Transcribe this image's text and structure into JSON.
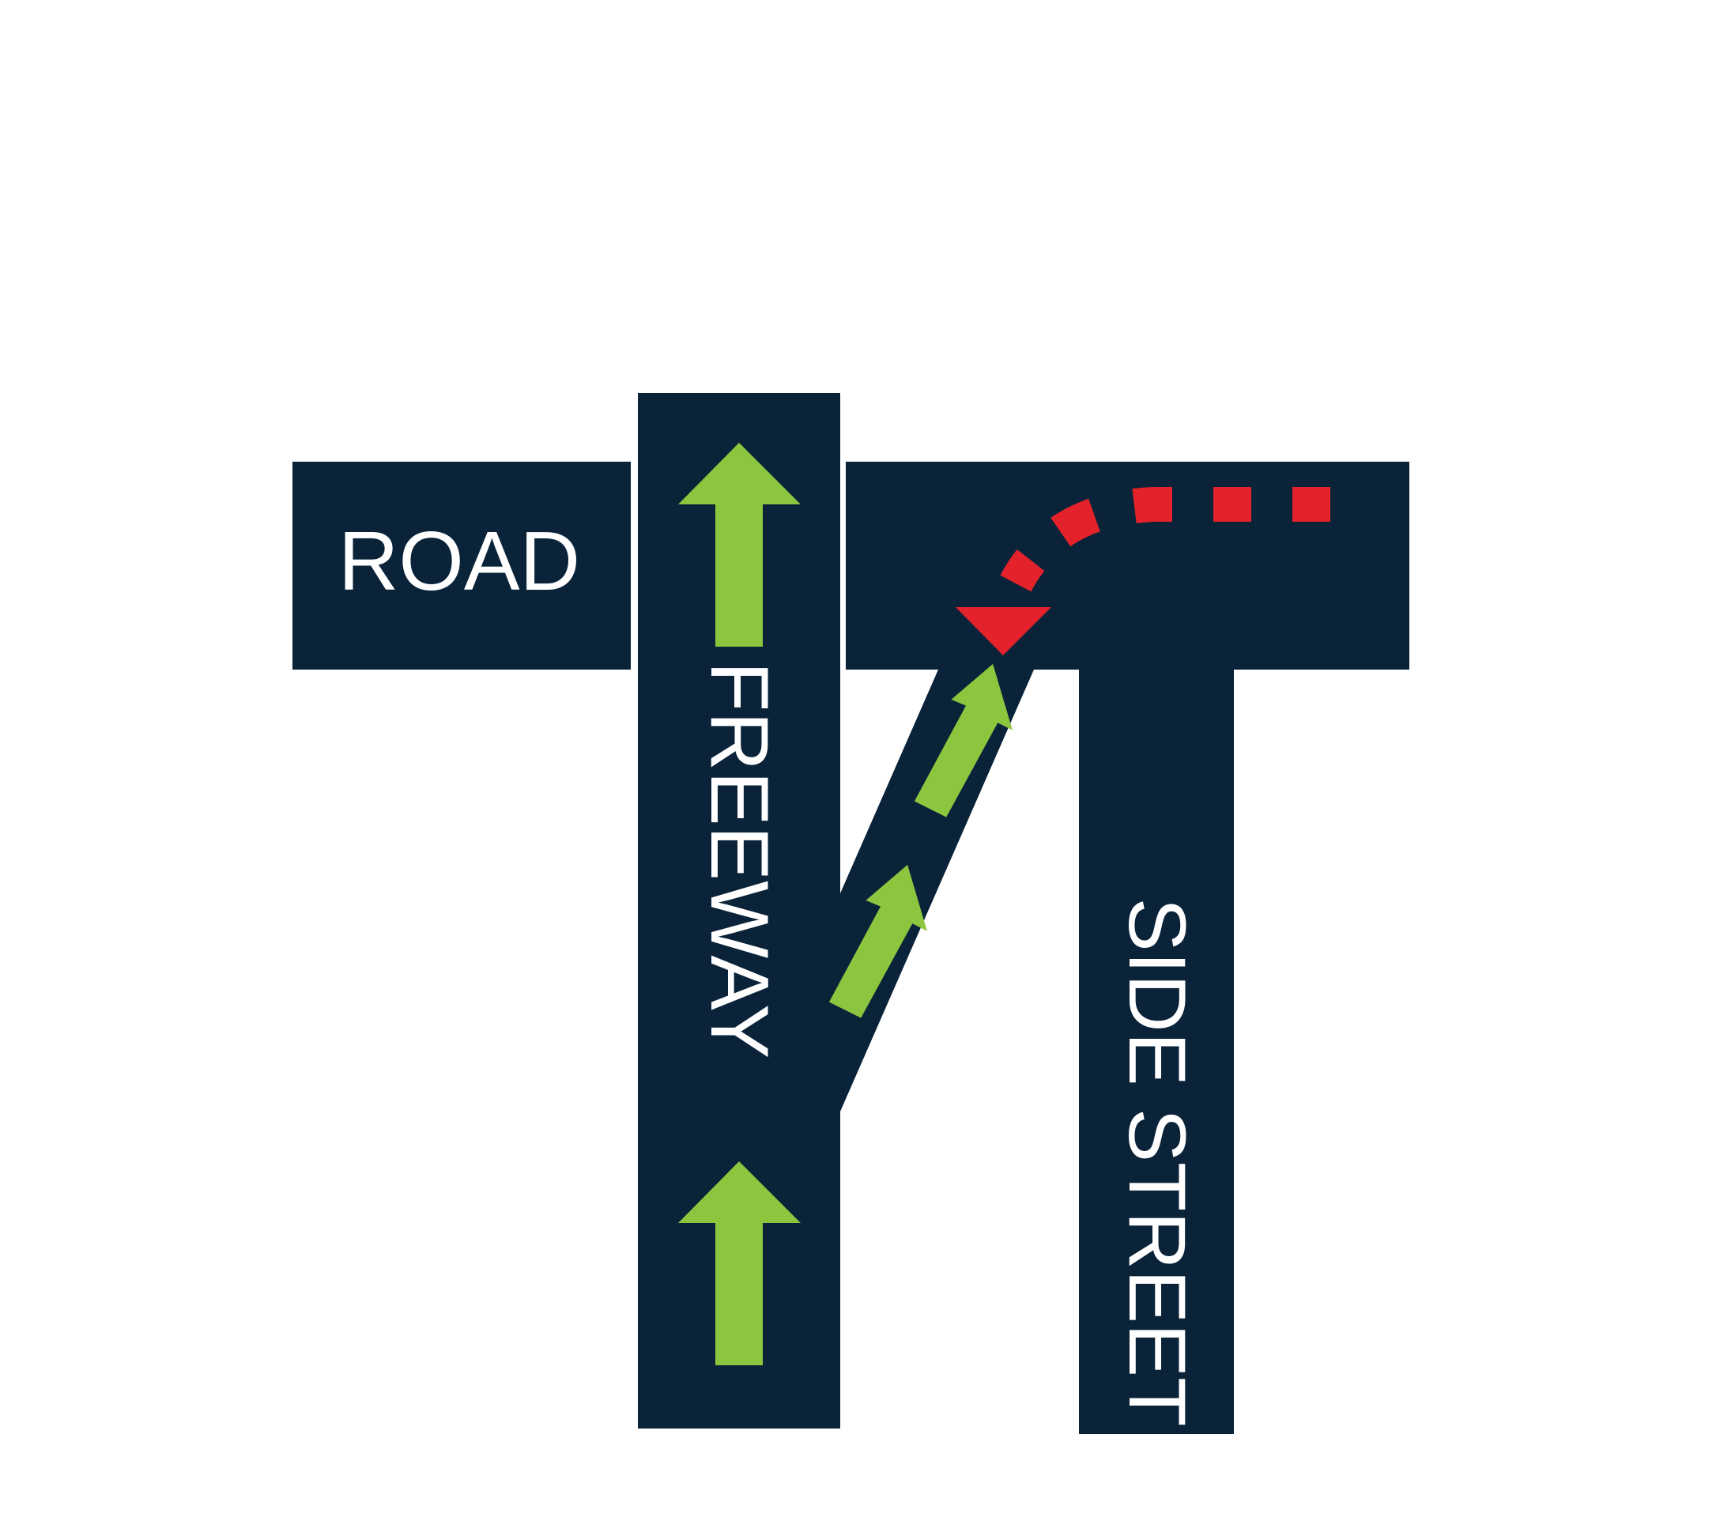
{
  "labels": {
    "road": "ROAD",
    "freeway": "FREEWAY",
    "side_street": "SIDE STREET"
  },
  "colors": {
    "background": "#ffffff",
    "road": "#0a2339",
    "label": "#ffffff",
    "arrow_green": "#8cc63f",
    "path_red": "#e3222b"
  },
  "icons": {
    "straight_arrow": "arrow-up-icon",
    "ramp_arrow": "diagonal-arrow-icon",
    "turn_marker": "red-triangle-icon"
  }
}
